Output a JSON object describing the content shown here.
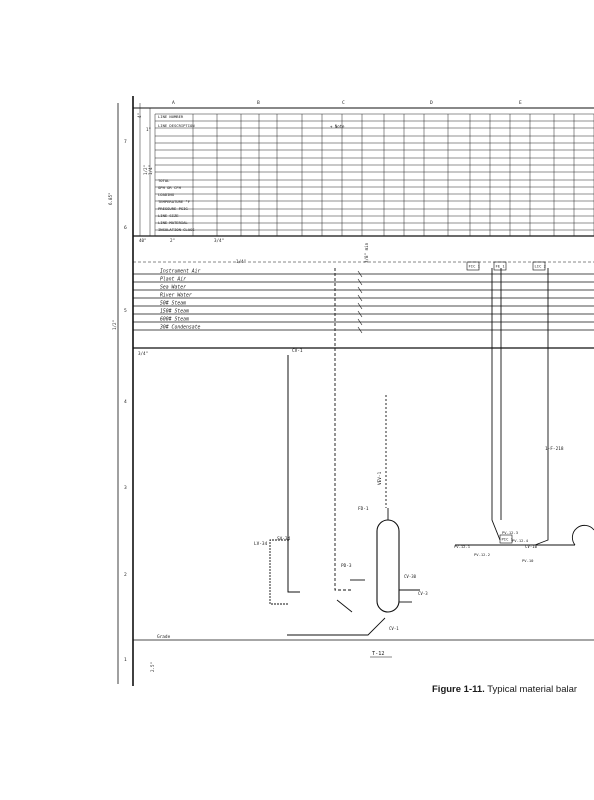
{
  "column_letters": [
    "A",
    "B",
    "C",
    "D",
    "E"
  ],
  "row_numbers": [
    "7",
    "6",
    "5",
    "4",
    "3",
    "2",
    "1"
  ],
  "row_labels": [
    "LINE NUMBER",
    "LINE DESCRIPTION",
    "TOTAL",
    "GPH OR CFH",
    "LOADING",
    "TEMPERATURE °F",
    "PRESSURE PSIG",
    "LINE SIZE",
    "LINE MATERIAL",
    "INSULATION CLASS"
  ],
  "note": "+ Note",
  "dimensions": {
    "top_height": "6.85\"",
    "head_width": "4\"",
    "desc_width": "1\"",
    "fig_width": "1/2\"",
    "matl_width": "1/4\"",
    "left_width": "40\"",
    "col_a": "2\"",
    "col_b": "3/4\"",
    "grade_dim": "2.5\"",
    "mid_height": "1/2\"",
    "lower_left": "3/4\"",
    "min_spacing": "3/8\" min"
  },
  "header_line_dim": "1/4\"",
  "utilities": [
    "Instrument Air",
    "Plant Air",
    "Sea Water",
    "River Water",
    "50# Steam",
    "150# Steam",
    "600# Steam",
    "30# Condensate"
  ],
  "grade_label": "Grade",
  "equipment": {
    "tank_tag": "T-12",
    "fd_tag": "FD-1",
    "pd_tag": "PD-3",
    "vent_label": "VEV-1",
    "cv_tag": "CV-1",
    "sv_tag": "SV-34",
    "lv_tag": "LV-34",
    "valve_tags": [
      "CV-30",
      "CV-3",
      "CV-1",
      "CV-10"
    ],
    "right_valves": [
      "PV-12-1",
      "PV-12-2",
      "PV-12-3",
      "PV-12-4",
      "PV-10"
    ]
  },
  "instrument_tags": [
    "FIC 1",
    "FE 1",
    "LIC 2",
    "PIC 1"
  ],
  "line_tags": [
    "1-F-218"
  ],
  "figure_caption": {
    "label": "Figure 1-11.",
    "text": "Typical material balar"
  }
}
